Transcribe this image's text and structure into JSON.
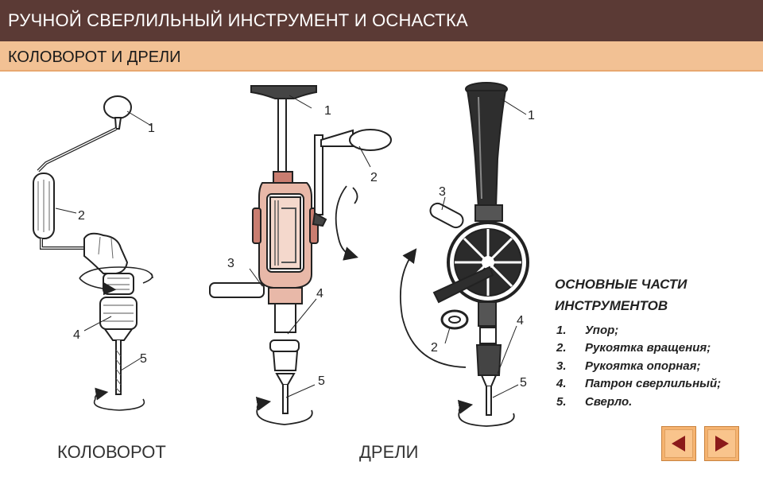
{
  "header": {
    "title": "РУЧНОЙ СВЕРЛИЛЬНЫЙ ИНСТРУМЕНТ И ОСНАСТКА",
    "subtitle": "КОЛОВОРОТ И ДРЕЛИ"
  },
  "figure": {
    "brace_labels": [
      "1",
      "2",
      "4",
      "5"
    ],
    "drill1_labels": [
      "1",
      "2",
      "3",
      "4",
      "5"
    ],
    "drill2_labels": [
      "1",
      "2",
      "3",
      "4",
      "5"
    ]
  },
  "captions": {
    "brace": "КОЛОВОРОТ",
    "drills": "ДРЕЛИ"
  },
  "parts": {
    "heading_line1": "ОСНОВНЫЕ ЧАСТИ",
    "heading_line2": "ИНСТРУМЕНТОВ",
    "items": [
      {
        "num": "1.",
        "label": "Упор;"
      },
      {
        "num": "2.",
        "label": "Рукоятка вращения;"
      },
      {
        "num": "3.",
        "label": "Рукоятка опорная;"
      },
      {
        "num": "4.",
        "label": "Патрон сверлильный;"
      },
      {
        "num": "5.",
        "label": "Сверло."
      }
    ]
  },
  "navigation": {
    "prev_icon": "triangle-left-icon",
    "next_icon": "triangle-right-icon",
    "accent": "#f5b370",
    "icon_color": "#8b1a1a"
  },
  "colors": {
    "title_bar": "#5b3a35",
    "subtitle_bar": "#f2c194",
    "drill_body": "#e8b8a8"
  }
}
